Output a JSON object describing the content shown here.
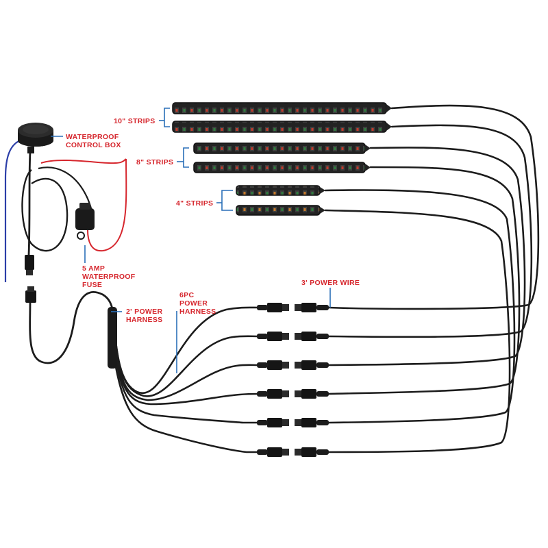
{
  "labels": {
    "control_box": [
      "WATERPROOF",
      "CONTROL BOX"
    ],
    "fuse": [
      "5 AMP",
      "WATERPROOF",
      "FUSE"
    ],
    "strips_10": "10\" STRIPS",
    "strips_8": "8\" STRIPS",
    "strips_4": "4\" STRIPS",
    "power_harness": [
      "2' POWER",
      "HARNESS"
    ],
    "six_pc_harness": [
      "6PC",
      "POWER",
      "HARNESS"
    ],
    "power_wire": "3' POWER WIRE"
  },
  "colors": {
    "label_text": "#d6262d",
    "callout_line": "#2a6fb8",
    "cable": "#1c1c1c",
    "strip_body": "#222222",
    "led_green": "#2e7d3e",
    "led_red": "#c0392b",
    "led_amber": "#c87a2a",
    "battery_positive_wire": "#d6262d",
    "ground_wire": "#2b3ea8"
  },
  "icons": {
    "control_box": "round-control-box-icon",
    "fuse": "inline-fuse-holder-icon",
    "connector": "plug-connector-icon"
  }
}
